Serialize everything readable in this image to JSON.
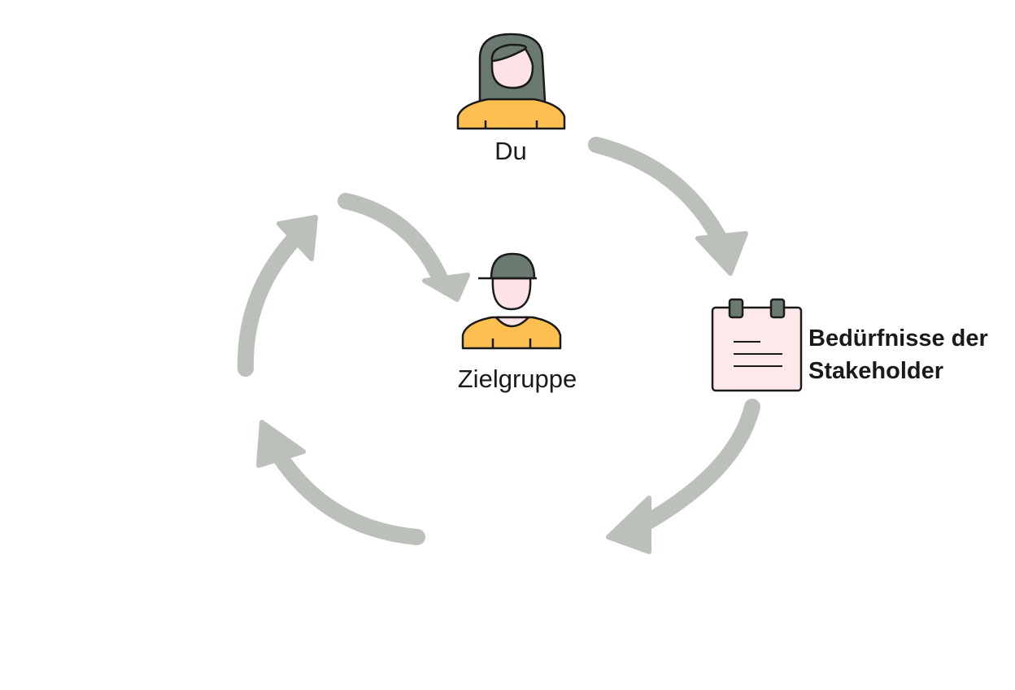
{
  "nodes": {
    "du": {
      "label": "Du",
      "icon": "woman-avatar-icon"
    },
    "zielgruppe": {
      "label": "Zielgruppe",
      "icon": "man-with-cap-avatar-icon"
    },
    "stakeholder": {
      "label_line1": "Bedürfnisse der",
      "label_line2": "Stakeholder",
      "icon": "notepad-icon"
    }
  },
  "colors": {
    "arrow": "#bcc0ba",
    "hair": "#6b7a70",
    "skin": "#fde3e6",
    "shirt": "#fdbf4f",
    "outline": "#1a1a1a",
    "notepad": "#fde8ea",
    "clip": "#6b7a70"
  }
}
